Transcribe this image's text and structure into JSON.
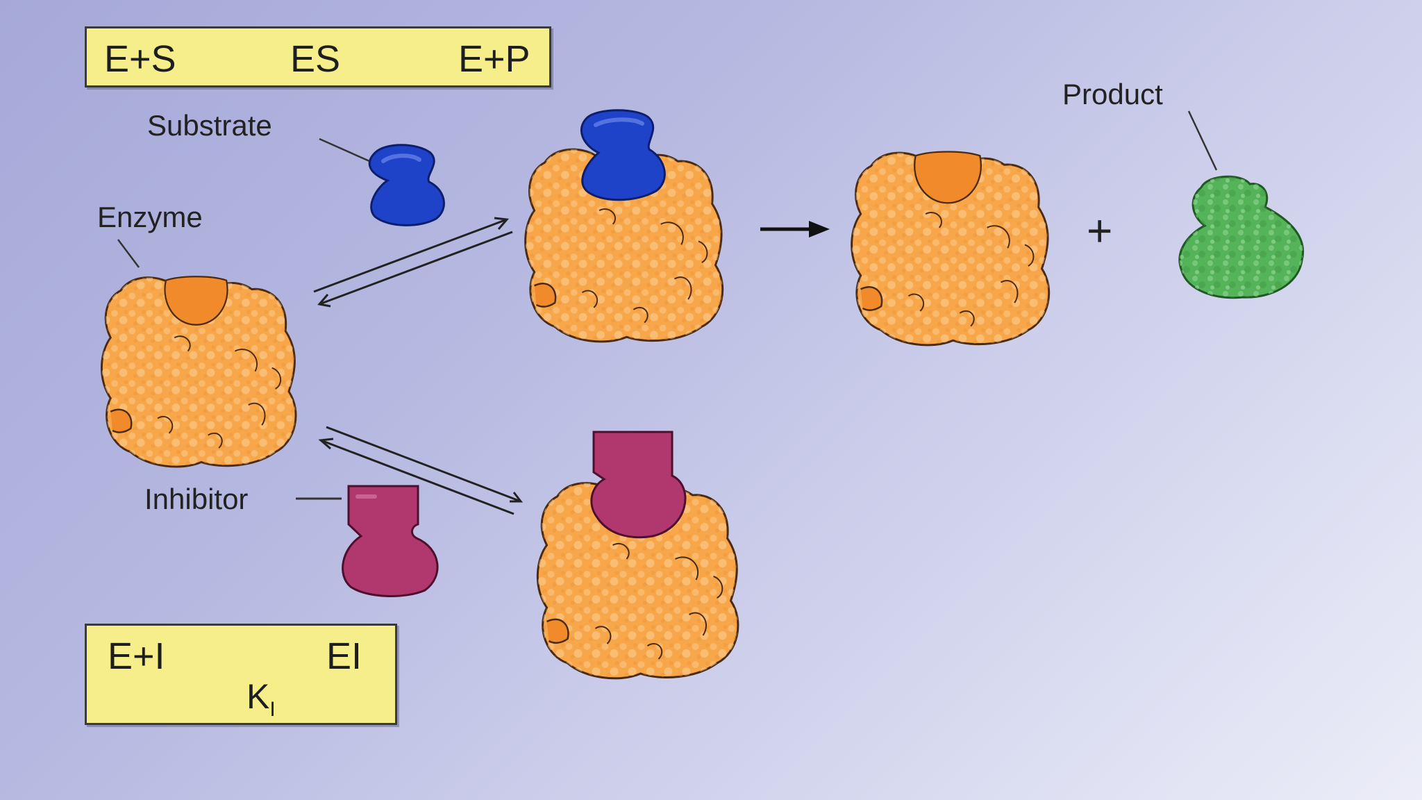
{
  "equations": {
    "catalysis": {
      "left": "E+S",
      "middle": "ES",
      "right": "E+P"
    },
    "inhibition": {
      "left": "E+I",
      "right": "EI",
      "constant": "K",
      "constant_sub": "I"
    }
  },
  "labels": {
    "substrate": "Substrate",
    "enzyme": "Enzyme",
    "product": "Product",
    "inhibitor": "Inhibitor",
    "plus": "+"
  },
  "colors": {
    "enzyme": "#f7a64a",
    "active_site": "#f08a2a",
    "substrate": "#1f43c8",
    "product": "#55b35a",
    "inhibitor": "#b0386e",
    "box": "#f6ee8a"
  }
}
